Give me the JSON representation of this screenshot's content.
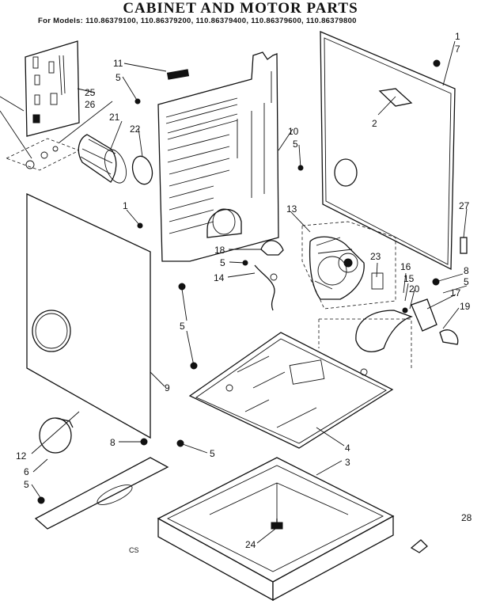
{
  "title": "CABINET AND MOTOR PARTS",
  "models_line": "For Models: 110.86379100, 110.86379200, 110.86379400, 110.86379600, 110.86379800",
  "stray_mark": "CS",
  "callouts": [
    "1",
    "7",
    "2",
    "11",
    "5",
    "25",
    "26",
    "21",
    "22",
    "10",
    "5",
    "13",
    "27",
    "1",
    "18",
    "5",
    "14",
    "23",
    "16",
    "15",
    "20",
    "8",
    "5",
    "17",
    "19",
    "5",
    "9",
    "4",
    "3",
    "12",
    "8",
    "5",
    "6",
    "5",
    "24",
    "28"
  ]
}
